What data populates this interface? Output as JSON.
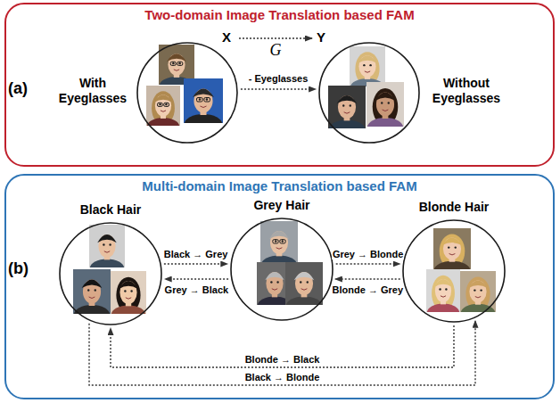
{
  "diagram": {
    "nodes": [
      {
        "text": [
          "Two-domain Image Translation based FAM"
        ]
      },
      {
        "text": [
          "With Eyeglasses"
        ],
        "in": 0
      },
      {
        "text": [
          "Without Eyeglasses"
        ],
        "in": 0
      },
      {
        "text": [
          "Multi-domain Image Translation based FAM"
        ]
      },
      {
        "text": [
          "Black Hair"
        ],
        "in": 3
      },
      {
        "text": [
          "Grey Hair"
        ],
        "in": 3
      },
      {
        "text": [
          "Blonde Hair"
        ],
        "in": 3
      }
    ],
    "edges": [
      {
        "from": 1,
        "to": 2,
        "arrow": "to",
        "label": "G"
      },
      {
        "from": 1,
        "to": 2,
        "arrow": "to",
        "label": "- Eyeglasses"
      },
      {
        "from": 4,
        "to": 5,
        "arrow": "to",
        "label": "Black → Grey"
      },
      {
        "from": 5,
        "to": 4,
        "arrow": "to",
        "label": "Grey → Black"
      },
      {
        "from": 5,
        "to": 6,
        "arrow": "to",
        "label": "Grey → Blonde"
      },
      {
        "from": 6,
        "to": 5,
        "arrow": "to",
        "label": "Blonde → Grey"
      },
      {
        "from": 6,
        "to": 4,
        "arrow": "to",
        "label": "Blonde → Black"
      },
      {
        "from": 4,
        "to": 6,
        "arrow": "to",
        "label": "Black → Blonde"
      }
    ],
    "labels": [
      "(a)",
      "X",
      "Y",
      "(b)"
    ]
  }
}
